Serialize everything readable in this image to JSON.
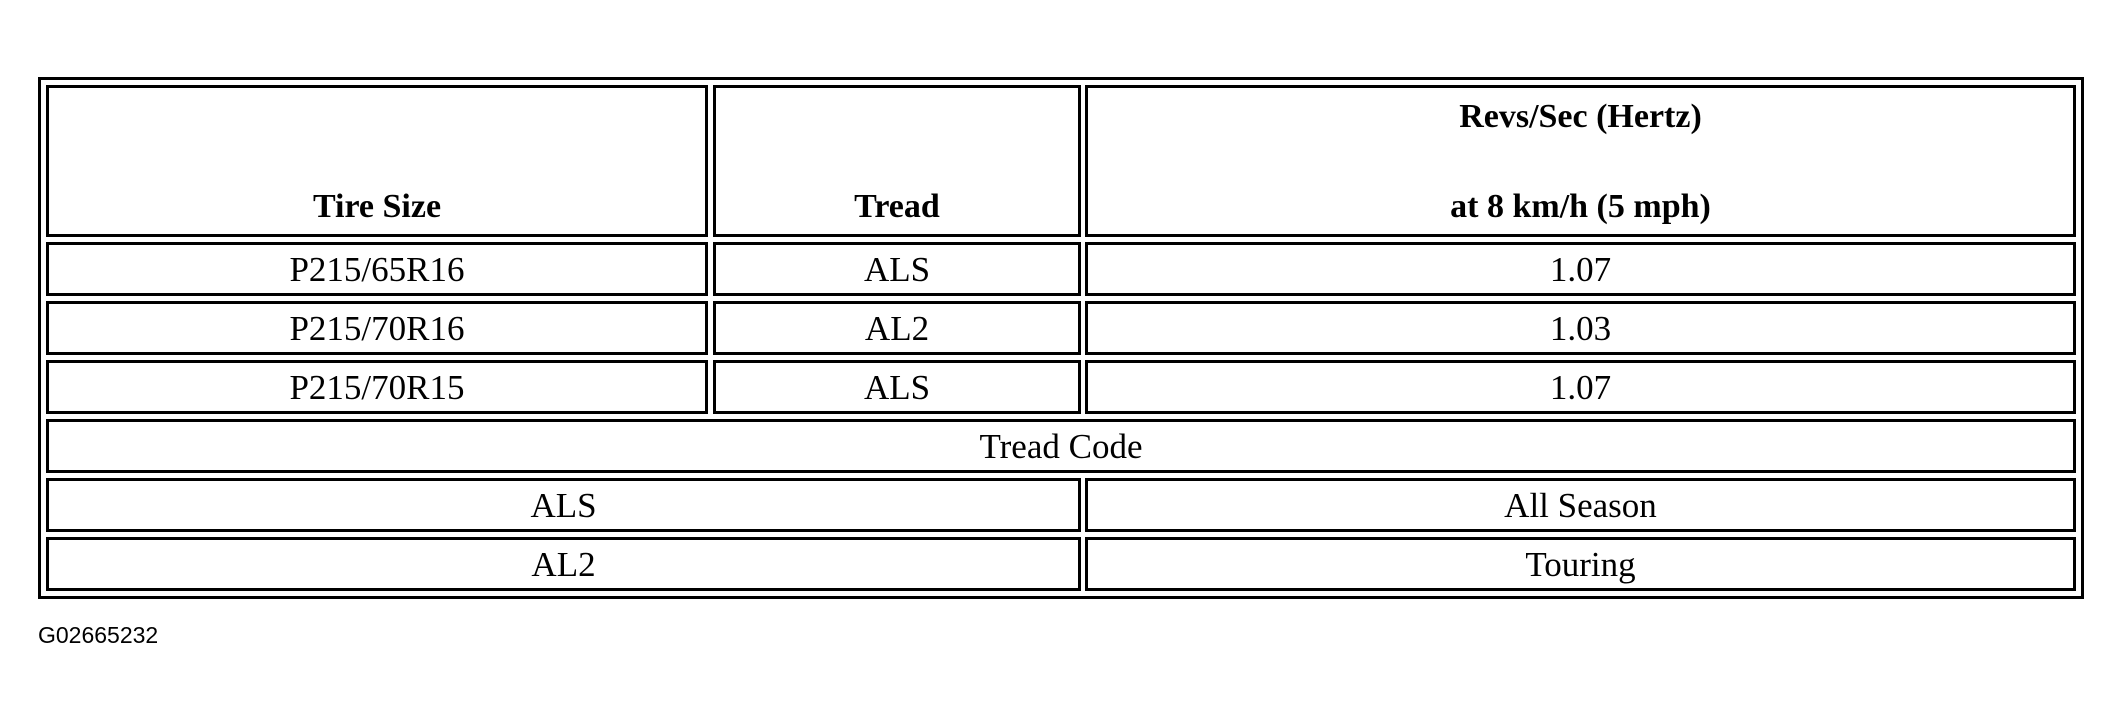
{
  "table": {
    "headers": {
      "tire_size": "Tire Size",
      "tread": "Tread",
      "revs_line1": "Revs/Sec (Hertz)",
      "revs_line2": "at 8 km/h (5 mph)"
    },
    "rows": [
      {
        "tire_size": "P215/65R16",
        "tread": "ALS",
        "revs": "1.07"
      },
      {
        "tire_size": "P215/70R16",
        "tread": "AL2",
        "revs": "1.03"
      },
      {
        "tire_size": "P215/70R15",
        "tread": "ALS",
        "revs": "1.07"
      }
    ],
    "tread_code_title": "Tread Code",
    "codes": [
      {
        "code": "ALS",
        "meaning": "All Season"
      },
      {
        "code": "AL2",
        "meaning": "Touring"
      }
    ]
  },
  "figure_id": "G02665232"
}
